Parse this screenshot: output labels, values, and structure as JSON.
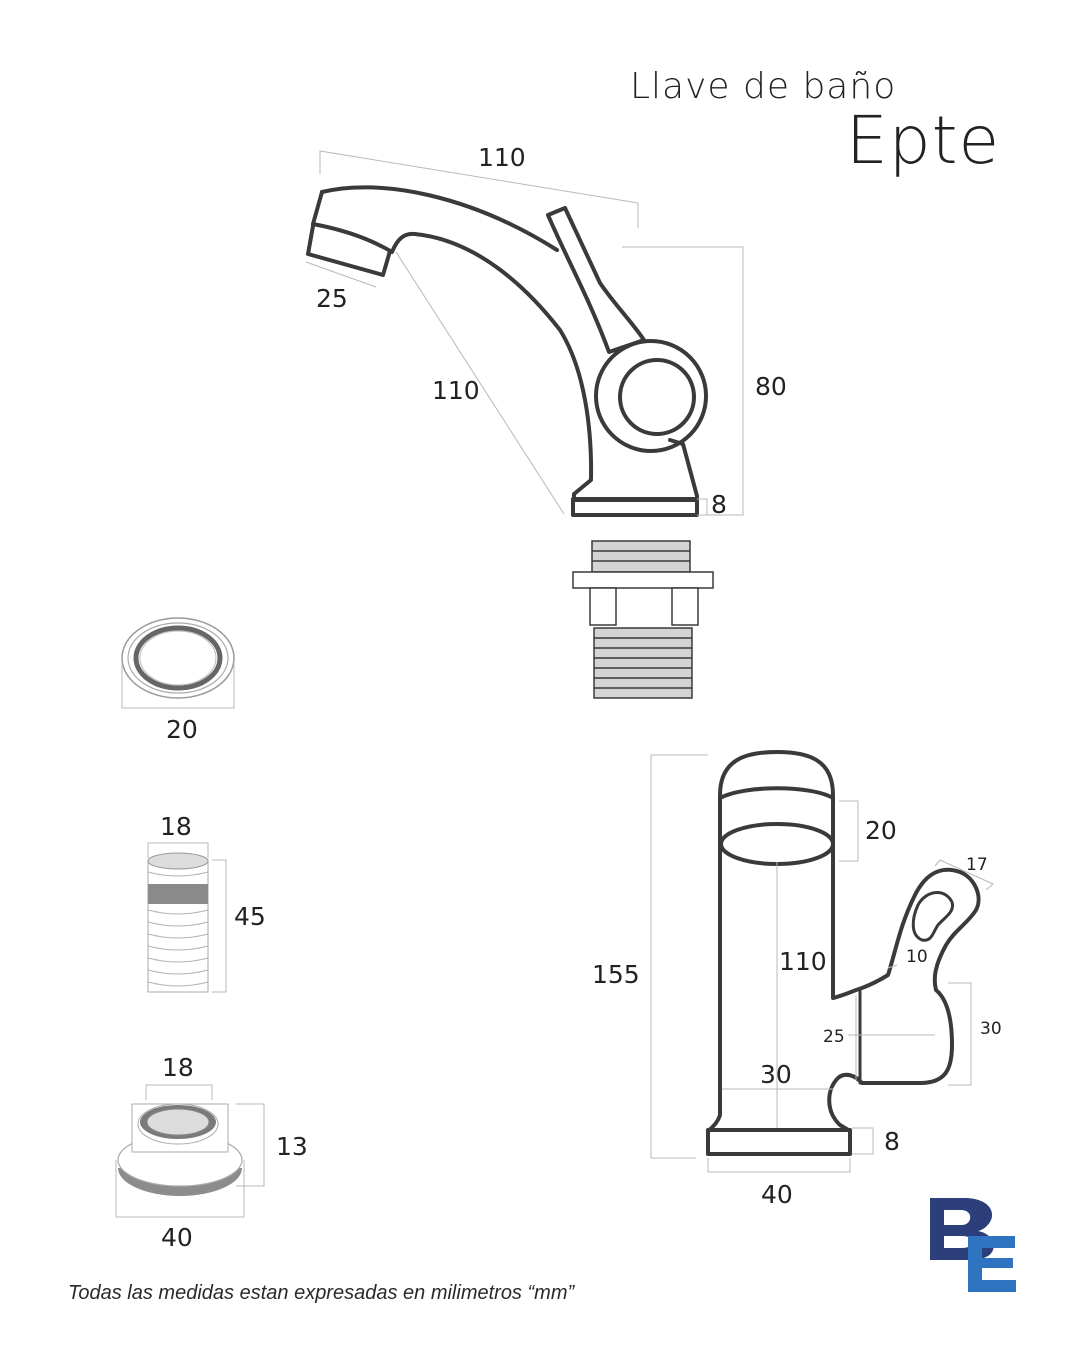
{
  "header": {
    "subtitle": "Llave de baño",
    "title": "Epte"
  },
  "dimensions": {
    "spout_length": "110",
    "spout_tip": "25",
    "spout_reach": "110",
    "faucet_height": "80",
    "base_height": "8",
    "washer_width": "20",
    "thread_width": "18",
    "thread_length": "45",
    "nut_bore": "18",
    "nut_height": "13",
    "nut_width": "40",
    "side_height_total": "155",
    "side_top": "20",
    "side_body": "110",
    "side_lever_width": "17",
    "side_lever_hole": "10",
    "side_hub_inner": "25",
    "side_hub_outer": "30",
    "side_neck": "30",
    "side_base_height": "8",
    "side_base_width": "40"
  },
  "footer": {
    "note": "Todas las medidas estan expresadas en milimetros “mm”"
  },
  "colors": {
    "line": "#3a3a3c",
    "dimension_line": "#b0b0b0",
    "logo_dark": "#2c3f7a",
    "logo_light": "#2f74c0"
  }
}
